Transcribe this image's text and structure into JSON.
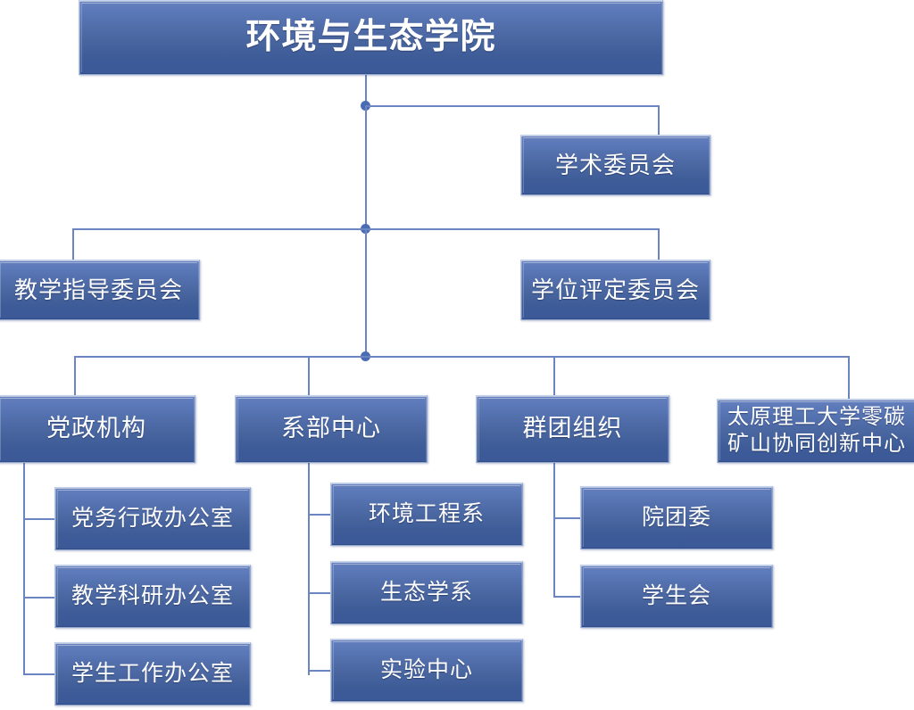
{
  "diagram": {
    "type": "organizational-chart",
    "title": "环境与生态学院",
    "root": {
      "label": "环境与生态学院"
    },
    "committees": [
      {
        "label": "学术委员会"
      },
      {
        "label": "教学指导委员会"
      },
      {
        "label": "学位评定委员会"
      }
    ],
    "branches": [
      {
        "label": "党政机构",
        "children": [
          {
            "label": "党务行政办公室"
          },
          {
            "label": "教学科研办公室"
          },
          {
            "label": "学生工作办公室"
          }
        ]
      },
      {
        "label": "系部中心",
        "children": [
          {
            "label": "环境工程系"
          },
          {
            "label": "生态学系"
          },
          {
            "label": "实验中心"
          }
        ]
      },
      {
        "label": "群团组织",
        "children": [
          {
            "label": "院团委"
          },
          {
            "label": "学生会"
          }
        ]
      },
      {
        "label": "太原理工大学零碳矿山协同创新中心",
        "label_line1": "太原理工大学零碳",
        "label_line2": "矿山协同创新中心",
        "children": []
      }
    ],
    "colors": {
      "box_fill_top": "#6680bd",
      "box_fill_bottom": "#3b5898",
      "box_border": "#93a9d4",
      "connector": "#6a85c2",
      "junction_dot": "#4a6cb3",
      "text": "#ffffff",
      "background": "#ffffff"
    }
  }
}
